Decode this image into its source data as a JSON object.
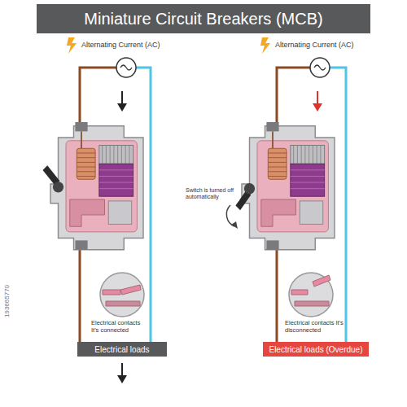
{
  "diagram": {
    "title": "Miniature Circuit Breakers (MCB)",
    "nodes": [
      {
        "text": [
          "Electrical loads"
        ]
      },
      {
        "text": [
          "Electrical loads (Overdue)"
        ]
      }
    ],
    "labels": [
      "Alternating Current (AC)",
      "Alternating Current (AC)",
      "Switch is turned off automatically",
      "Electrical contacts It's connected",
      "Electrical contacts It's disconnected",
      "193665770"
    ]
  }
}
